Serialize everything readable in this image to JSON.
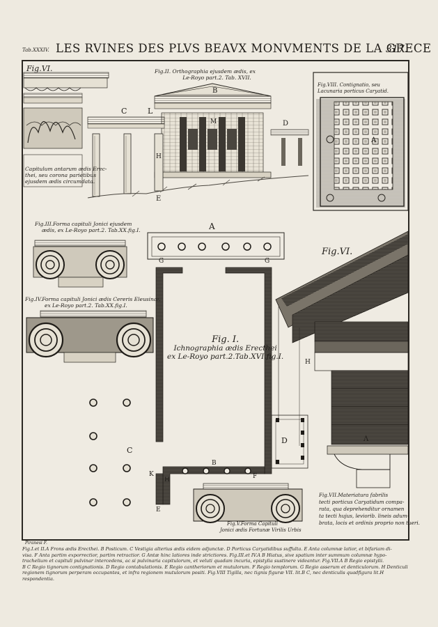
{
  "header": {
    "title": "LES RVINES DES PLVS BEAVX MONVMENTS DE LA GRECE",
    "tab": "Tab.XXXIV.",
    "page_number": "317."
  },
  "figures": {
    "fig6_left_label": "Fig.VI.",
    "fig6_left_caption": [
      "Capitulum antarum ædis Erec-",
      "thei, seu corona parietibus",
      "ejusdem ædis circumdata."
    ],
    "fig2_caption": [
      "Fig.II. Orthographia ejusdem ædis, ex",
      "Le-Royo part.2. Tab. XVII."
    ],
    "fig8_caption": [
      "Fig.VIII. Contignatio, seu",
      "Lacunaria porticus Caryatid."
    ],
    "fig3_caption": [
      "Fig.III.Forma capituli Jonici ejusdem",
      "ædis, ex Le-Royo part.2. Tab.XX.fig.I."
    ],
    "fig4_caption": [
      "Fig.IV.Forma capituli Jonici ædis Cereris Eleusinæ,",
      "ex Le-Royo part.2. Tab.XX.fig.I."
    ],
    "fig6_right_label": "Fig.VI.",
    "fig1_caption": [
      "Fig. I.",
      "Ichnographia ædis Erecthei",
      "ex Le-Royo part.2.Tab.XVI.fig.I."
    ],
    "fig5_caption": [
      "Fig.V.Forma Capituli",
      "Jonici ædis Fortunæ Virilis Urbis"
    ],
    "fig7_caption": [
      "Fig.VII.Materiatura fabrilis",
      "tecti porticus Caryatidum compa-",
      "rata, qua deprehenditur ornamen",
      "ta tecti hujus, leviorib. lineis adum-",
      "brata, locis et ordinis proprio non tueri."
    ]
  },
  "letters": {
    "B": "B",
    "C": "C",
    "L": "L",
    "M": "M",
    "D": "D",
    "H": "H",
    "E": "E",
    "A": "A",
    "G": "G",
    "K": "K",
    "F": "F"
  },
  "signature": "Piranesi F.",
  "footer": [
    "Fig.I.et II.A Frons ædis Erecthei. B Posticum. C Vestigia alterius ædis eidem adjunctæ. D Porticus Caryatidibus suffulta. E Anta columnæ latior, et bifariam di-",
    "visa. F Anta partim exporrectior, partim retractior. G Antæ hinc latiores inde strictiores. Fig.III.et IV.A B Hiatus, sive spatium inter summum columnæ hypo-",
    "trachelium et capituli pulvinar intercedens, ac si pulvinaria capitulorum, et veluti quadam incuria, epistylia sustinere videantur. Fig.VII.A B Regio epistylii.",
    "B C Regio tignorum contignationis. D Regio contabulationis. E Regio cantheriorum et mutulorum. F Regio templorum. G Regio asserum et denticulorum. H Denticuli",
    "regionem tignorum perperam occupantes, et infra regionem mutulorum positi. Fig.VIII Tigilla, nec tignis figuræ VII. lit.B C, nec denticulis quadfigura lit.H respondentia."
  ]
}
